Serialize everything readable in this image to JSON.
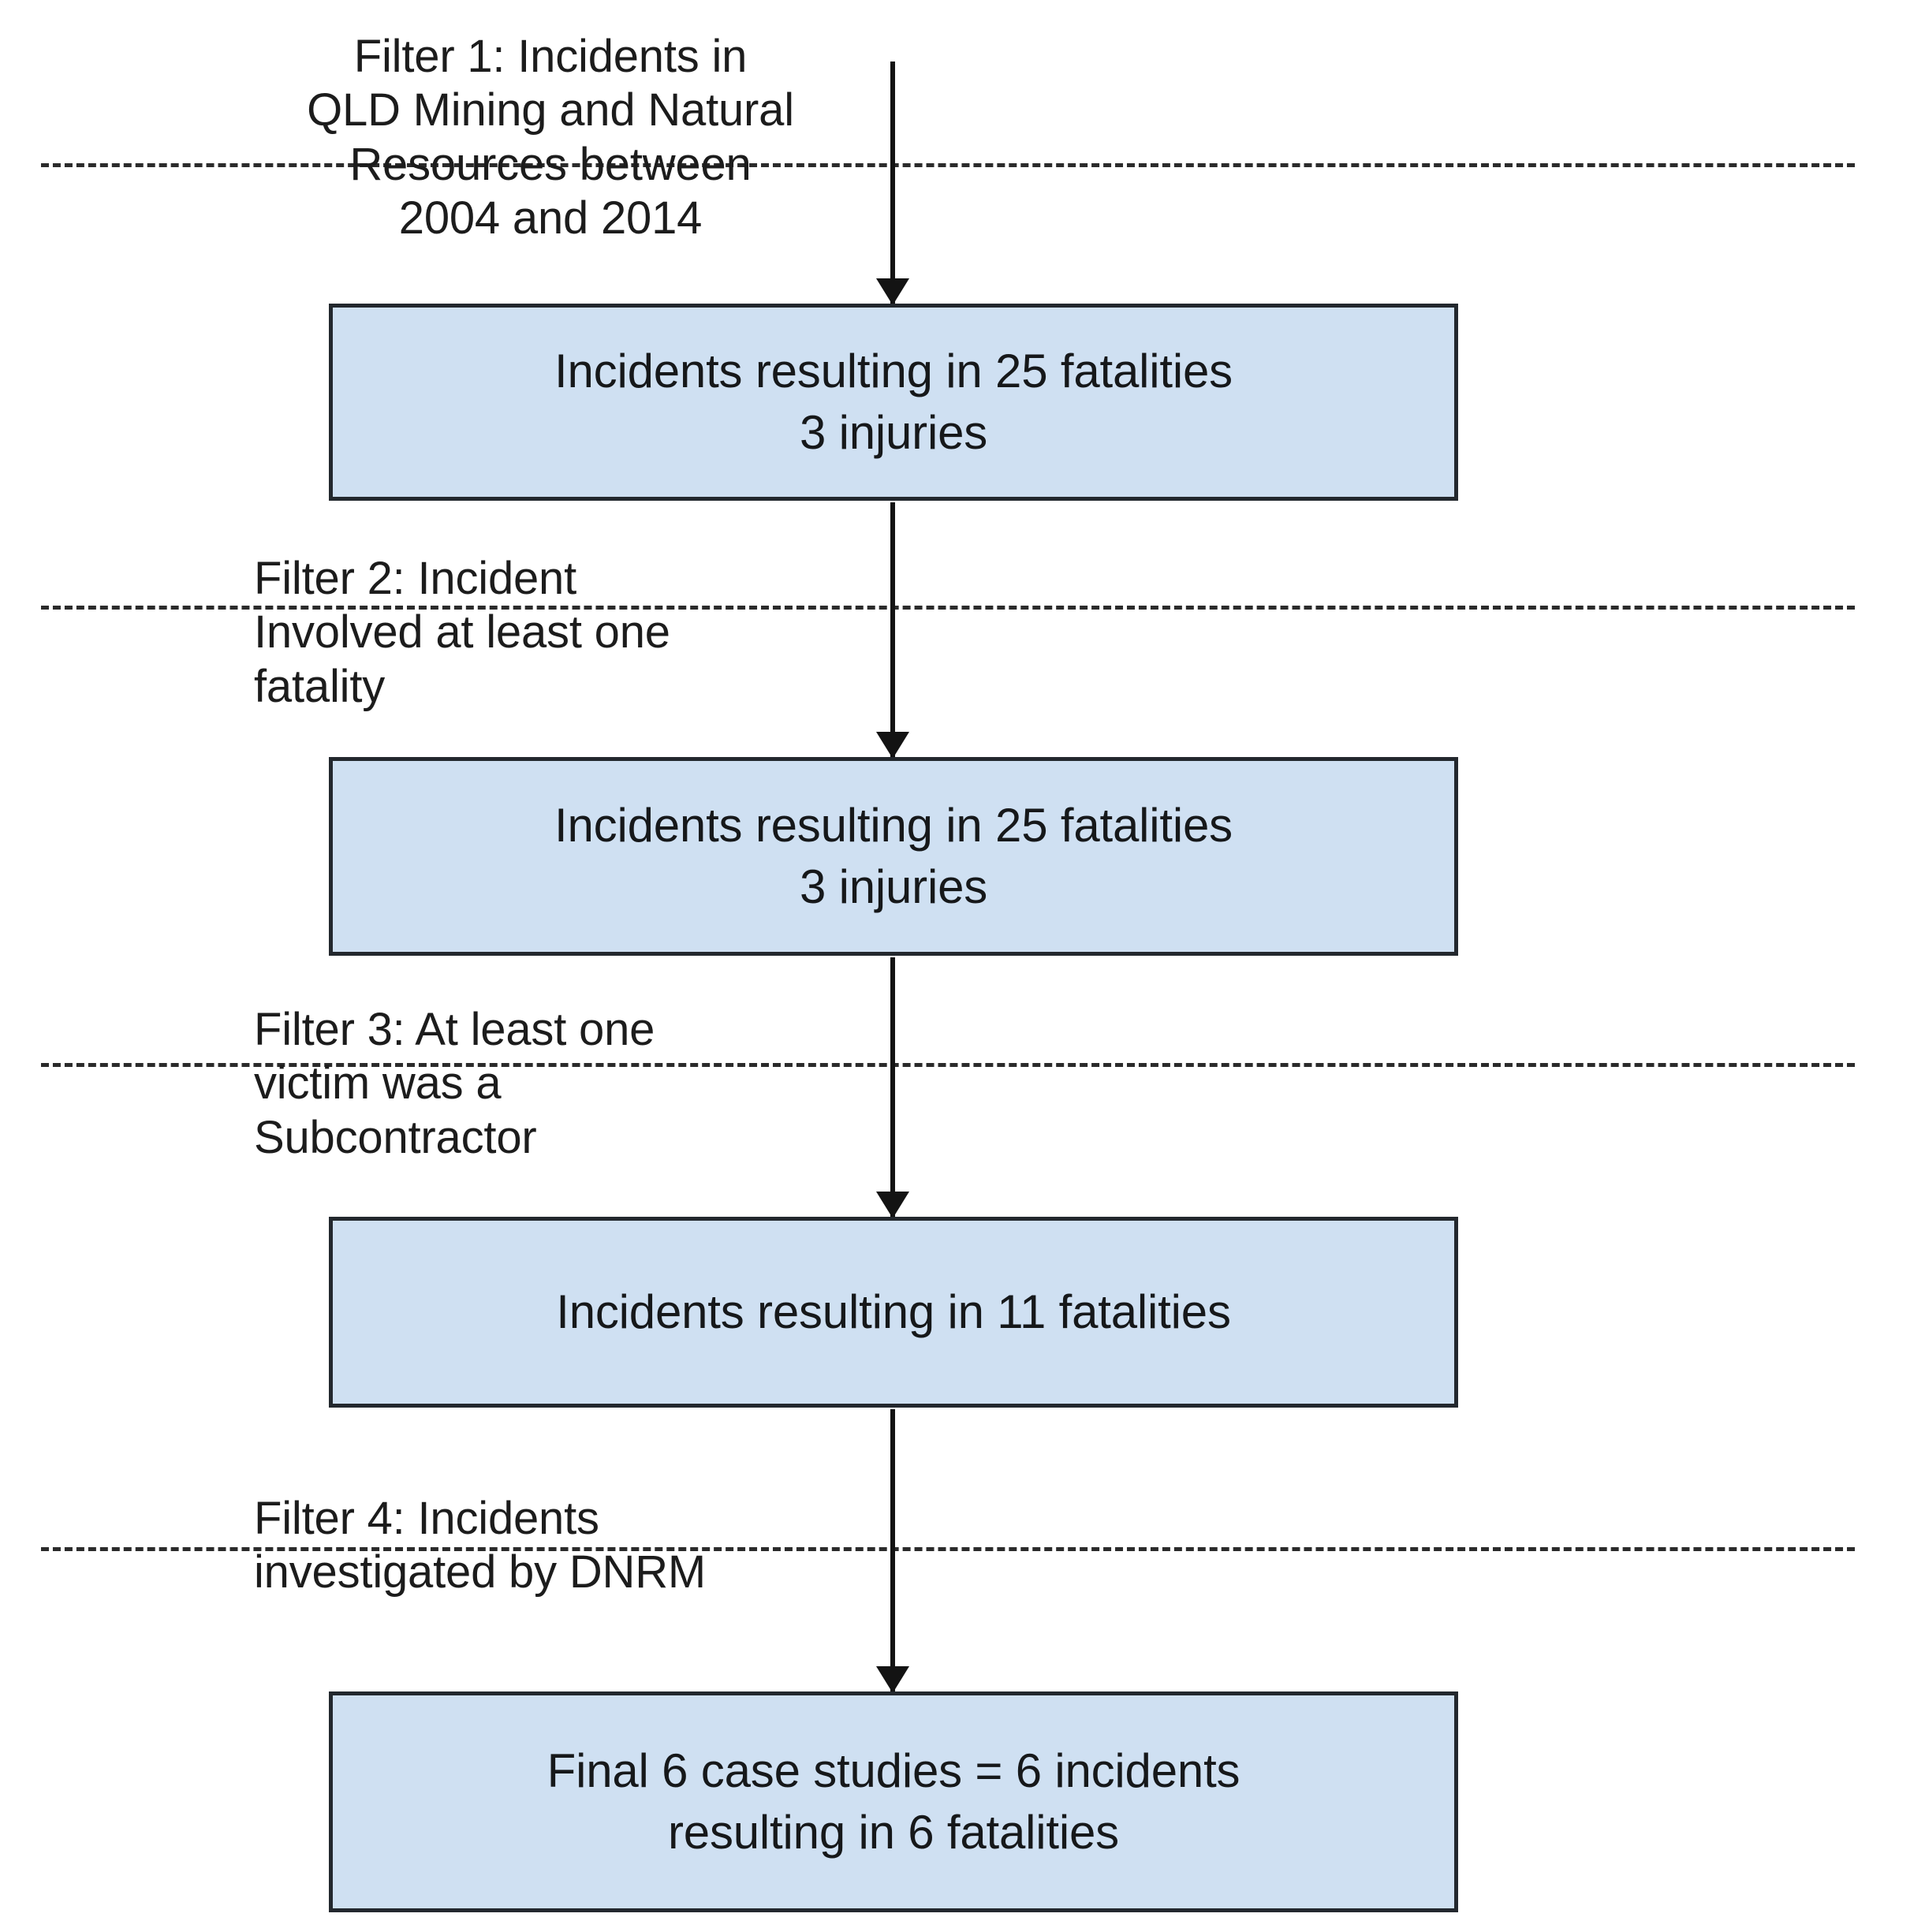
{
  "diagram": {
    "title": "Case study selection filter flowchart",
    "colors": {
      "box_fill": "#cfe0f2",
      "box_border": "#23282e",
      "connector": "#131313",
      "divider": "#2b2b2b",
      "background": "#ffffff",
      "text": "#16181a"
    },
    "filters": [
      {
        "id": "filter-1",
        "label": "Filter 1: Incidents in\nQLD Mining and Natural\nResources between\n2004 and 2014"
      },
      {
        "id": "filter-2",
        "label": "Filter 2: Incident\nInvolved at least one\nfatality"
      },
      {
        "id": "filter-3",
        "label": "Filter 3: At least one\nvictim was a\nSubcontractor"
      },
      {
        "id": "filter-4",
        "label": "Filter 4: Incidents\ninvestigated by DNRM"
      }
    ],
    "boxes": [
      {
        "id": "box-1",
        "text": "Incidents resulting in 25 fatalities\n3 injuries",
        "fatalities": 25,
        "injuries": 3
      },
      {
        "id": "box-2",
        "text": "Incidents resulting in 25 fatalities\n3 injuries",
        "fatalities": 25,
        "injuries": 3
      },
      {
        "id": "box-3",
        "text": "Incidents resulting in 11 fatalities",
        "fatalities": 11,
        "injuries": 0
      },
      {
        "id": "box-4",
        "text": "Final 6 case studies = 6 incidents\nresulting in 6 fatalities",
        "fatalities": 6,
        "injuries": 0
      }
    ],
    "connectors": [
      {
        "id": "connector-0",
        "from": "top",
        "to": "box-1",
        "arrow": "down"
      },
      {
        "id": "connector-1",
        "from": "box-1",
        "to": "box-2",
        "arrow": "down"
      },
      {
        "id": "connector-2",
        "from": "box-2",
        "to": "box-3",
        "arrow": "down"
      },
      {
        "id": "connector-3",
        "from": "box-3",
        "to": "box-4",
        "arrow": "down"
      }
    ]
  }
}
